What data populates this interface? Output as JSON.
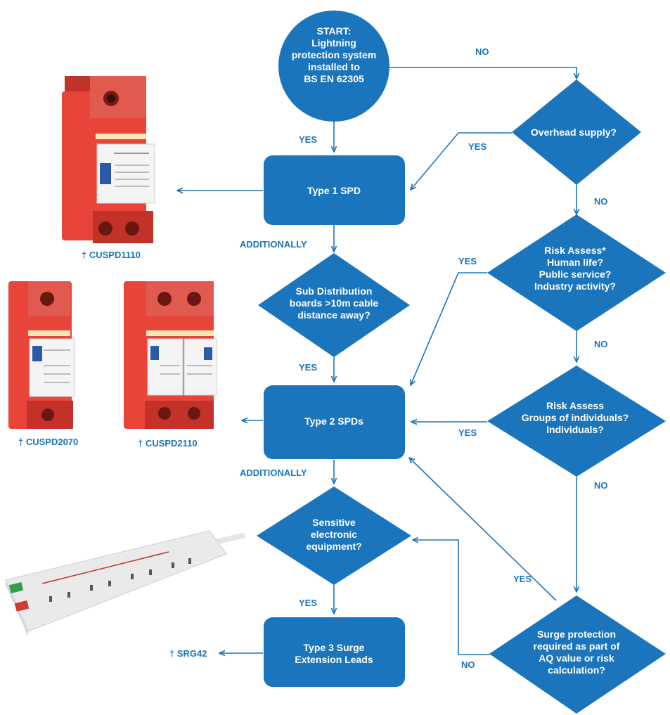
{
  "colors": {
    "node_fill": "#1b75bc",
    "edge": "#1b75bc",
    "text_on_node": "#ffffff",
    "edge_label": "#1b75bc",
    "spd_red": "#e8443a",
    "spd_dark": "#c33228"
  },
  "nodes": {
    "start": [
      "START:",
      "Lightning",
      "protection system",
      "installed to",
      "BS EN 62305"
    ],
    "overhead": [
      "Overhead supply?"
    ],
    "type1": [
      "Type 1 SPD"
    ],
    "risk1": [
      "Risk Assess*",
      "Human life?",
      "Public service?",
      "Industry activity?"
    ],
    "subdist": [
      "Sub Distribution",
      "boards >10m cable",
      "distance away?"
    ],
    "type2": [
      "Type 2 SPDs"
    ],
    "risk2": [
      "Risk Assess",
      "Groups of individuals?",
      "Individuals?"
    ],
    "sensitive": [
      "Sensitive",
      "electronic",
      "equipment?"
    ],
    "surge": [
      "Surge protection",
      "required as part of",
      "AQ value or risk",
      "calculation?"
    ],
    "type3": [
      "Type 3 Surge",
      "Extension Leads"
    ]
  },
  "edge_labels": {
    "start_no": "NO",
    "start_yes": "YES",
    "overhead_yes": "YES",
    "overhead_no": "NO",
    "type1_additionally": "ADDITIONALLY",
    "risk1_yes": "YES",
    "risk1_no": "NO",
    "subdist_yes": "YES",
    "risk2_yes": "YES",
    "risk2_no": "NO",
    "type2_additionally": "ADDITIONALLY",
    "surge_yes": "YES",
    "sensitive_yes": "YES",
    "surge_no": "NO"
  },
  "products": {
    "cuspd1110": "† CUSPD1110",
    "cuspd2070": "† CUSPD2070",
    "cuspd2110": "† CUSPD2110",
    "srg42": "† SRG42"
  }
}
